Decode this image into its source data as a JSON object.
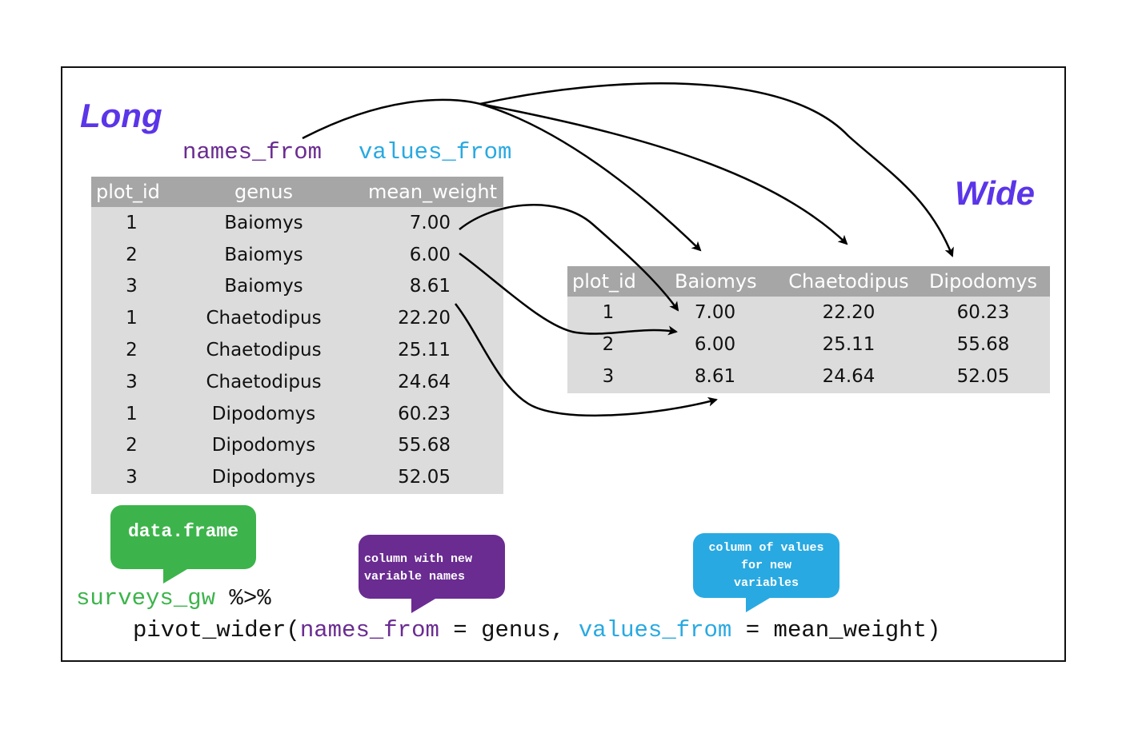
{
  "titles": {
    "long": "Long",
    "wide": "Wide"
  },
  "labels": {
    "names_from": "names_from",
    "values_from": "values_from"
  },
  "long_table": {
    "headers": [
      "plot_id",
      "genus",
      "mean_weight"
    ],
    "rows": [
      [
        "1",
        "Baiomys",
        "7.00"
      ],
      [
        "2",
        "Baiomys",
        "6.00"
      ],
      [
        "3",
        "Baiomys",
        "8.61"
      ],
      [
        "1",
        "Chaetodipus",
        "22.20"
      ],
      [
        "2",
        "Chaetodipus",
        "25.11"
      ],
      [
        "3",
        "Chaetodipus",
        "24.64"
      ],
      [
        "1",
        "Dipodomys",
        "60.23"
      ],
      [
        "2",
        "Dipodomys",
        "55.68"
      ],
      [
        "3",
        "Dipodomys",
        "52.05"
      ]
    ]
  },
  "wide_table": {
    "headers": [
      "plot_id",
      "Baiomys",
      "Chaetodipus",
      "Dipodomys"
    ],
    "rows": [
      [
        "1",
        "7.00",
        "22.20",
        "60.23"
      ],
      [
        "2",
        "6.00",
        "25.11",
        "55.68"
      ],
      [
        "3",
        "8.61",
        "24.64",
        "52.05"
      ]
    ]
  },
  "bubbles": {
    "data_frame": "data.frame",
    "names_note_line1": "column with new",
    "names_note_line2": "variable names",
    "values_note_line1": "column of values",
    "values_note_line2": "for new",
    "values_note_line3": "variables"
  },
  "code": {
    "df_name": "surveys_gw",
    "pipe": " %>%",
    "fn": "pivot_wider(",
    "arg_names": "names_from",
    "eq1": " = genus, ",
    "arg_values": "values_from",
    "eq2": " = mean_weight)"
  },
  "colors": {
    "title_purple": "#5b35e8",
    "names_purple": "#6a2c91",
    "values_blue": "#29a9e1",
    "df_green": "#3cb44b",
    "header_gray": "#a6a6a6",
    "table_gray": "#dcdcdc"
  }
}
